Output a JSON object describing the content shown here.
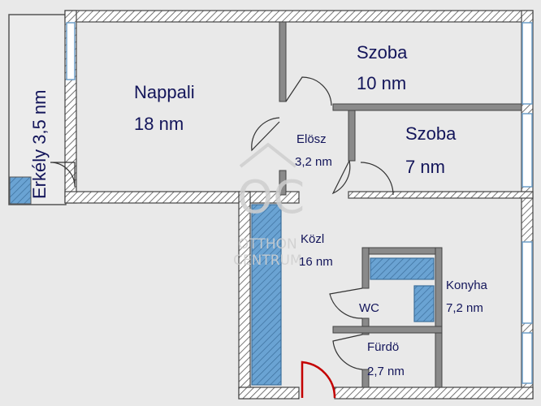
{
  "rooms": {
    "nappali": {
      "name": "Nappali",
      "area": "18 nm"
    },
    "szoba1": {
      "name": "Szoba",
      "area": "10 nm"
    },
    "szoba2": {
      "name": "Szoba",
      "area": "7 nm"
    },
    "elosz": {
      "name": "Elösz",
      "area": "3,2 nm"
    },
    "kozl": {
      "name": "Közl",
      "area": "16 nm"
    },
    "konyha": {
      "name": "Konyha",
      "area": "7,2 nm"
    },
    "wc": {
      "name": "WC"
    },
    "furdo": {
      "name": "Fürdö",
      "area": "2,7 nm"
    },
    "erkely": {
      "label": "Erkély 3,5 nm"
    }
  },
  "watermark": {
    "line1": "OTTHON",
    "line2": "CENTRUM"
  },
  "colors": {
    "wall": "#8a8a8a",
    "hatch_fill": "#ffffff",
    "window_blue": "#6f9fc9",
    "fixture_blue": "#5f97c9",
    "door_red": "#c40000",
    "text": "#13155a",
    "background": "#e9e9e9"
  }
}
